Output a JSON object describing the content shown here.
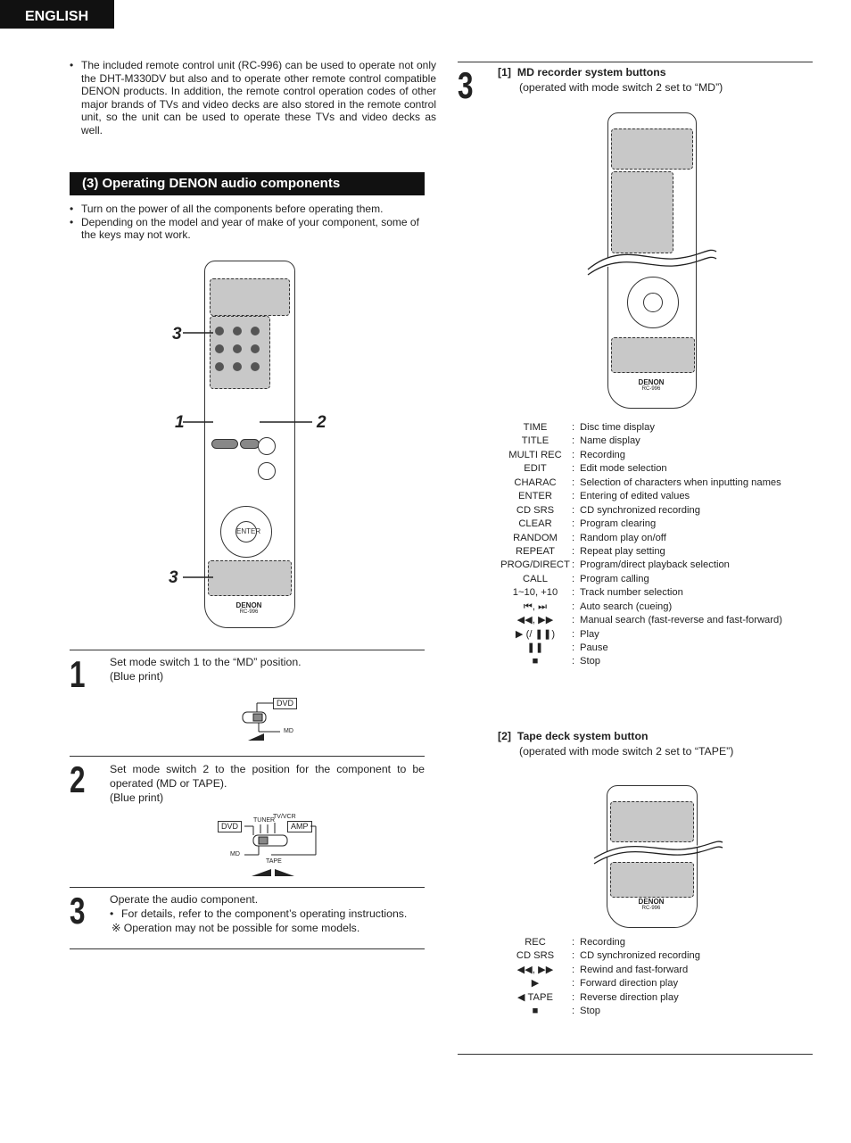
{
  "language_tab": "ENGLISH",
  "intro": "The included remote control unit (RC-996) can be used to operate not only the DHT-M330DV but also and to operate other remote control compatible DENON products. In addition, the remote control operation codes of other major brands of TVs and video decks are also stored in the remote control unit, so the unit can be used to operate these TVs and video decks as well.",
  "section": {
    "title": "(3) Operating DENON audio components",
    "notes": [
      "Turn on the power of all the components before operating them.",
      "Depending on the model and year of make of your component, some of the keys may not work."
    ],
    "callouts": [
      "3",
      "1",
      "2",
      "3"
    ]
  },
  "remote": {
    "brand": "DENON",
    "model": "RC-996",
    "enter": "ENTER"
  },
  "steps": [
    {
      "num": "1",
      "text": "Set mode switch 1 to the “MD” position.",
      "sub": "(Blue print)",
      "labels": {
        "dvd": "DVD",
        "md": "MD"
      }
    },
    {
      "num": "2",
      "text": "Set mode switch 2 to the position for the component to be operated (MD or TAPE).",
      "sub": "(Blue print)",
      "labels": {
        "dvd": "DVD",
        "amp": "AMP",
        "tuner": "TUNER",
        "tvvcr": "TV/VCR",
        "md": "MD",
        "tape": "TAPE"
      }
    },
    {
      "num": "3",
      "text": "Operate the audio component.",
      "bullet": "For details, refer to the component’s operating instructions.",
      "note": "※ Operation may not be possible for some models."
    }
  ],
  "right_step_num": "3",
  "md_section": {
    "heading": "[1]  MD recorder system buttons",
    "note": "(operated with mode switch 2 set to “MD”)",
    "rows": [
      {
        "key": "TIME",
        "desc": "Disc time display"
      },
      {
        "key": "TITLE",
        "desc": "Name display"
      },
      {
        "key": "MULTI REC",
        "desc": "Recording"
      },
      {
        "key": "EDIT",
        "desc": "Edit mode selection"
      },
      {
        "key": "CHARAC",
        "desc": "Selection of characters when inputting names"
      },
      {
        "key": "ENTER",
        "desc": "Entering of edited values"
      },
      {
        "key": "CD SRS",
        "desc": "CD synchronized recording"
      },
      {
        "key": "CLEAR",
        "desc": "Program clearing"
      },
      {
        "key": "RANDOM",
        "desc": "Random play on/off"
      },
      {
        "key": "REPEAT",
        "desc": "Repeat play setting"
      },
      {
        "key": "PROG/DIRECT",
        "desc": "Program/direct playback selection"
      },
      {
        "key": "CALL",
        "desc": "Program calling"
      },
      {
        "key": "1~10, +10",
        "desc": "Track number selection"
      },
      {
        "key": "⏮, ⏭",
        "desc": "Auto search (cueing)"
      },
      {
        "key": "◀◀, ▶▶",
        "desc": "Manual search (fast-reverse and fast-forward)"
      },
      {
        "key": "▶ (/ ❚❚)",
        "desc": "Play"
      },
      {
        "key": "❚❚",
        "desc": "Pause"
      },
      {
        "key": "■",
        "desc": "Stop"
      }
    ]
  },
  "tape_section": {
    "heading": "[2]  Tape deck system button",
    "note": "(operated with mode switch 2 set to “TAPE”)",
    "rows": [
      {
        "key": "REC",
        "desc": "Recording"
      },
      {
        "key": "CD SRS",
        "desc": "CD synchronized recording"
      },
      {
        "key": "◀◀, ▶▶",
        "desc": "Rewind and fast-forward"
      },
      {
        "key": "▶",
        "desc": "Forward direction play"
      },
      {
        "key": "◀ TAPE",
        "desc": "Reverse direction play"
      },
      {
        "key": "■",
        "desc": "Stop"
      }
    ]
  }
}
